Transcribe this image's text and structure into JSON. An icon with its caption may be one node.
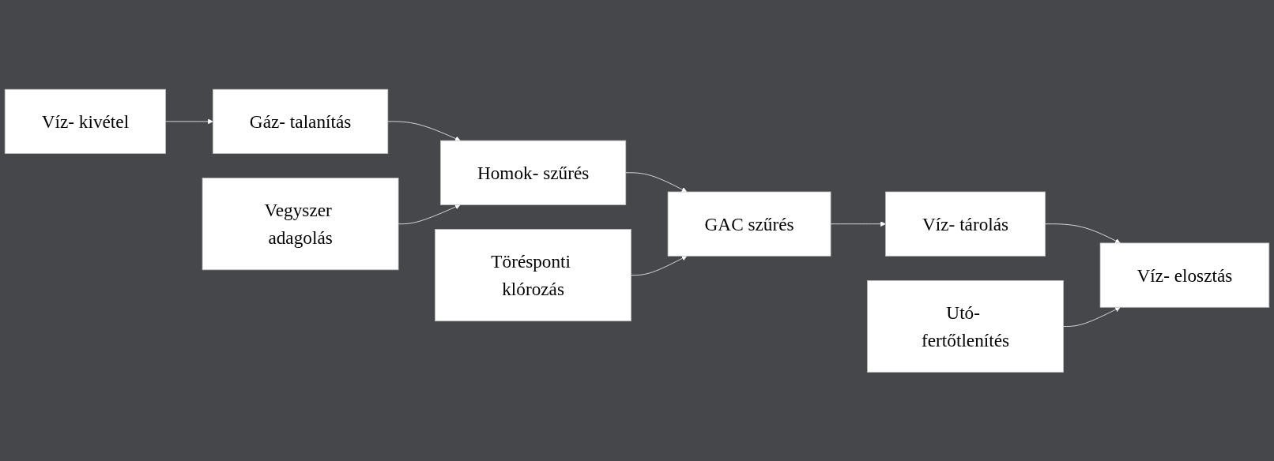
{
  "diagram": {
    "nodes": [
      {
        "text": [
          "Vegyszer adagolás"
        ]
      },
      {
        "text": [
          "Törésponti klórozás"
        ]
      },
      {
        "text": [
          "Utó- fertőtlenítés"
        ]
      },
      {
        "text": [
          "Víz- kivétel"
        ]
      },
      {
        "text": [
          "Gáz- talanítás"
        ]
      },
      {
        "text": [
          "Homok- szűrés"
        ]
      },
      {
        "text": [
          "GAC szűrés"
        ]
      },
      {
        "text": [
          "Víz- tárolás"
        ]
      },
      {
        "text": [
          "Víz- elosztás"
        ]
      }
    ],
    "edges": [
      {
        "from": 3,
        "to": 4,
        "arrow": "to"
      },
      {
        "from": 4,
        "to": 5,
        "arrow": "to"
      },
      {
        "from": 0,
        "to": 5,
        "arrow": "to"
      },
      {
        "from": 5,
        "to": 6,
        "arrow": "to"
      },
      {
        "from": 1,
        "to": 6,
        "arrow": "to"
      },
      {
        "from": 6,
        "to": 7,
        "arrow": "to"
      },
      {
        "from": 7,
        "to": 8,
        "arrow": "to"
      },
      {
        "from": 2,
        "to": 8,
        "arrow": "to"
      }
    ]
  }
}
